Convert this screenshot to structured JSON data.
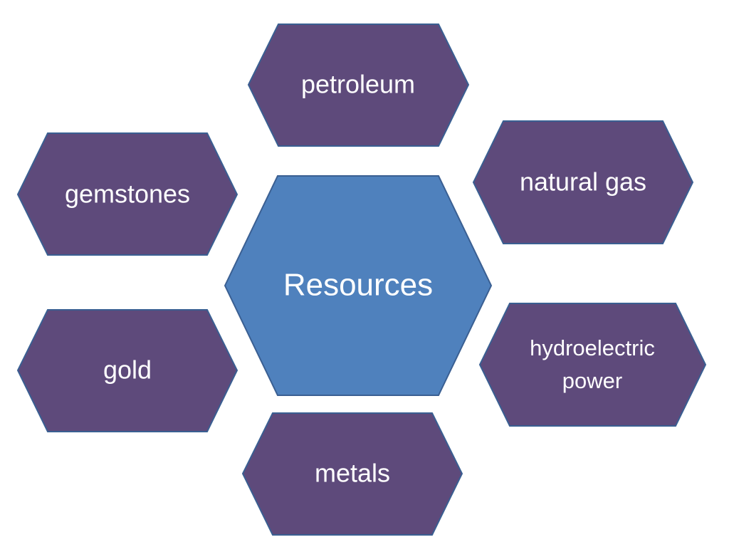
{
  "center": {
    "label": "Resources",
    "color": "#4f81bd"
  },
  "outer_color": "#5e4a7b",
  "border_color": "#3a5f92",
  "items": [
    {
      "label": "petroleum"
    },
    {
      "label": "natural gas"
    },
    {
      "label": "hydroelectric",
      "label_line2": "power"
    },
    {
      "label": "metals"
    },
    {
      "label": "gold"
    },
    {
      "label": "gemstones"
    }
  ]
}
